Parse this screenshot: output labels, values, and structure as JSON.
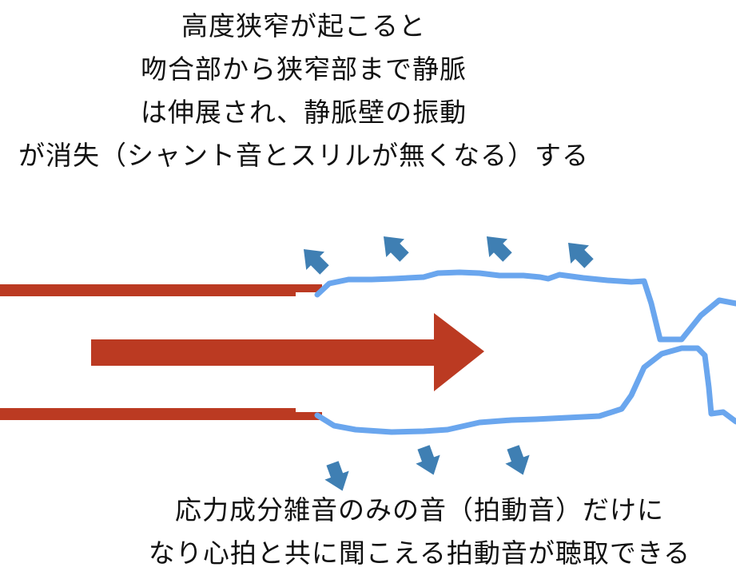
{
  "top_caption": {
    "lines": [
      "高度狭窄が起こると",
      "吻合部から狭窄部まで静脈",
      "は伸展され、静脈壁の振動",
      "が消失（シャント音とスリルが無くなる）する"
    ]
  },
  "bottom_caption": {
    "lines": [
      "応力成分雑音のみの音（拍動音）だけに",
      "なり心拍と共に聞こえる拍動音が聴取できる"
    ]
  },
  "colors": {
    "artery": "#bb3a22",
    "flow_arrow": "#bb3a22",
    "vein": "#6aa6ee",
    "vibration_arrow": "#3f7fb3"
  },
  "icons": [
    "flow-arrow-icon",
    "outward-vibration-arrow-icon",
    "downward-vibration-arrow-icon"
  ]
}
